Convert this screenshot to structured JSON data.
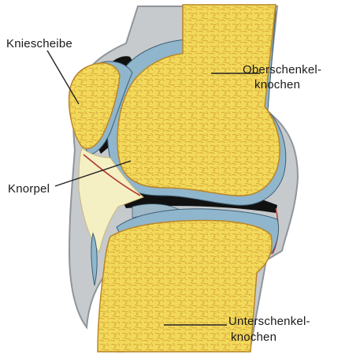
{
  "labels": {
    "kniescheibe": "Kniescheibe",
    "knorpel": "Knorpel",
    "oberschenkel_line1": "Oberschenkel-",
    "oberschenkel_line2": "knochen",
    "unterschenkel_line1": "Unterschenkel-",
    "unterschenkel_line2": "knochen"
  },
  "colors": {
    "bone": "#f2d95a",
    "bone_texture": "#d8a93a",
    "cartilage": "#8fb6cc",
    "capsule": "#a9b0b6",
    "joint_space": "#111111",
    "ligament": "#f5efc4",
    "leader_line": "#222222"
  }
}
